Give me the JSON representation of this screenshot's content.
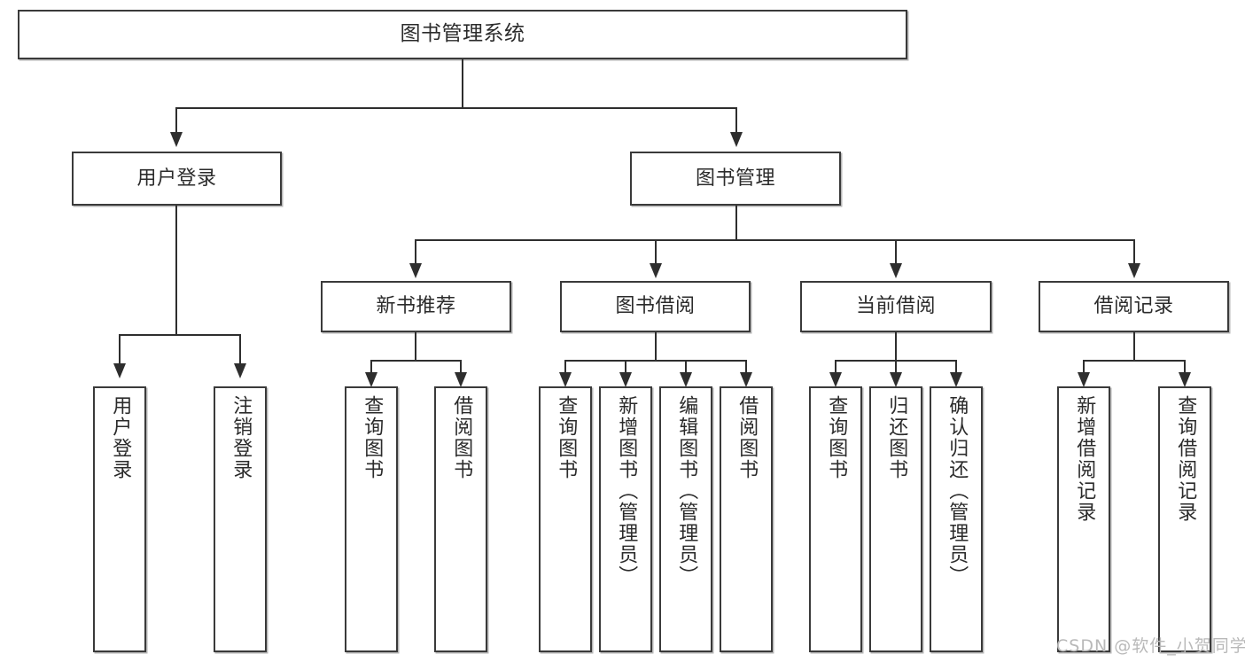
{
  "diagram": {
    "title": "图书管理系统",
    "type": "tree-hierarchy",
    "levels": 4,
    "line_color": "#2e2e2e",
    "box_border_color": "#3a3a3a",
    "box_fill_color": "#ffffff",
    "background_color": "#ffffff"
  },
  "nodes": {
    "root": {
      "label": "图书管理系统"
    },
    "level2": [
      {
        "label": "用户登录"
      },
      {
        "label": "图书管理"
      }
    ],
    "level3": [
      {
        "label": "新书推荐"
      },
      {
        "label": "图书借阅"
      },
      {
        "label": "当前借阅"
      },
      {
        "label": "借阅记录"
      }
    ],
    "leaves_user_login": [
      {
        "label": "用户登录"
      },
      {
        "label": "注销登录"
      }
    ],
    "leaves_new_book": [
      {
        "label": "查询图书"
      },
      {
        "label": "借阅图书"
      }
    ],
    "leaves_borrow": [
      {
        "label": "查询图书"
      },
      {
        "label": "新增图书（管理员）"
      },
      {
        "label": "编辑图书（管理员）"
      },
      {
        "label": "借阅图书"
      }
    ],
    "leaves_current": [
      {
        "label": "查询图书"
      },
      {
        "label": "归还图书"
      },
      {
        "label": "确认归还（管理员）"
      }
    ],
    "leaves_records": [
      {
        "label": "新增借阅记录"
      },
      {
        "label": "查询借阅记录"
      }
    ]
  },
  "watermark": {
    "text": "CSDN @软件_小贺同学"
  }
}
